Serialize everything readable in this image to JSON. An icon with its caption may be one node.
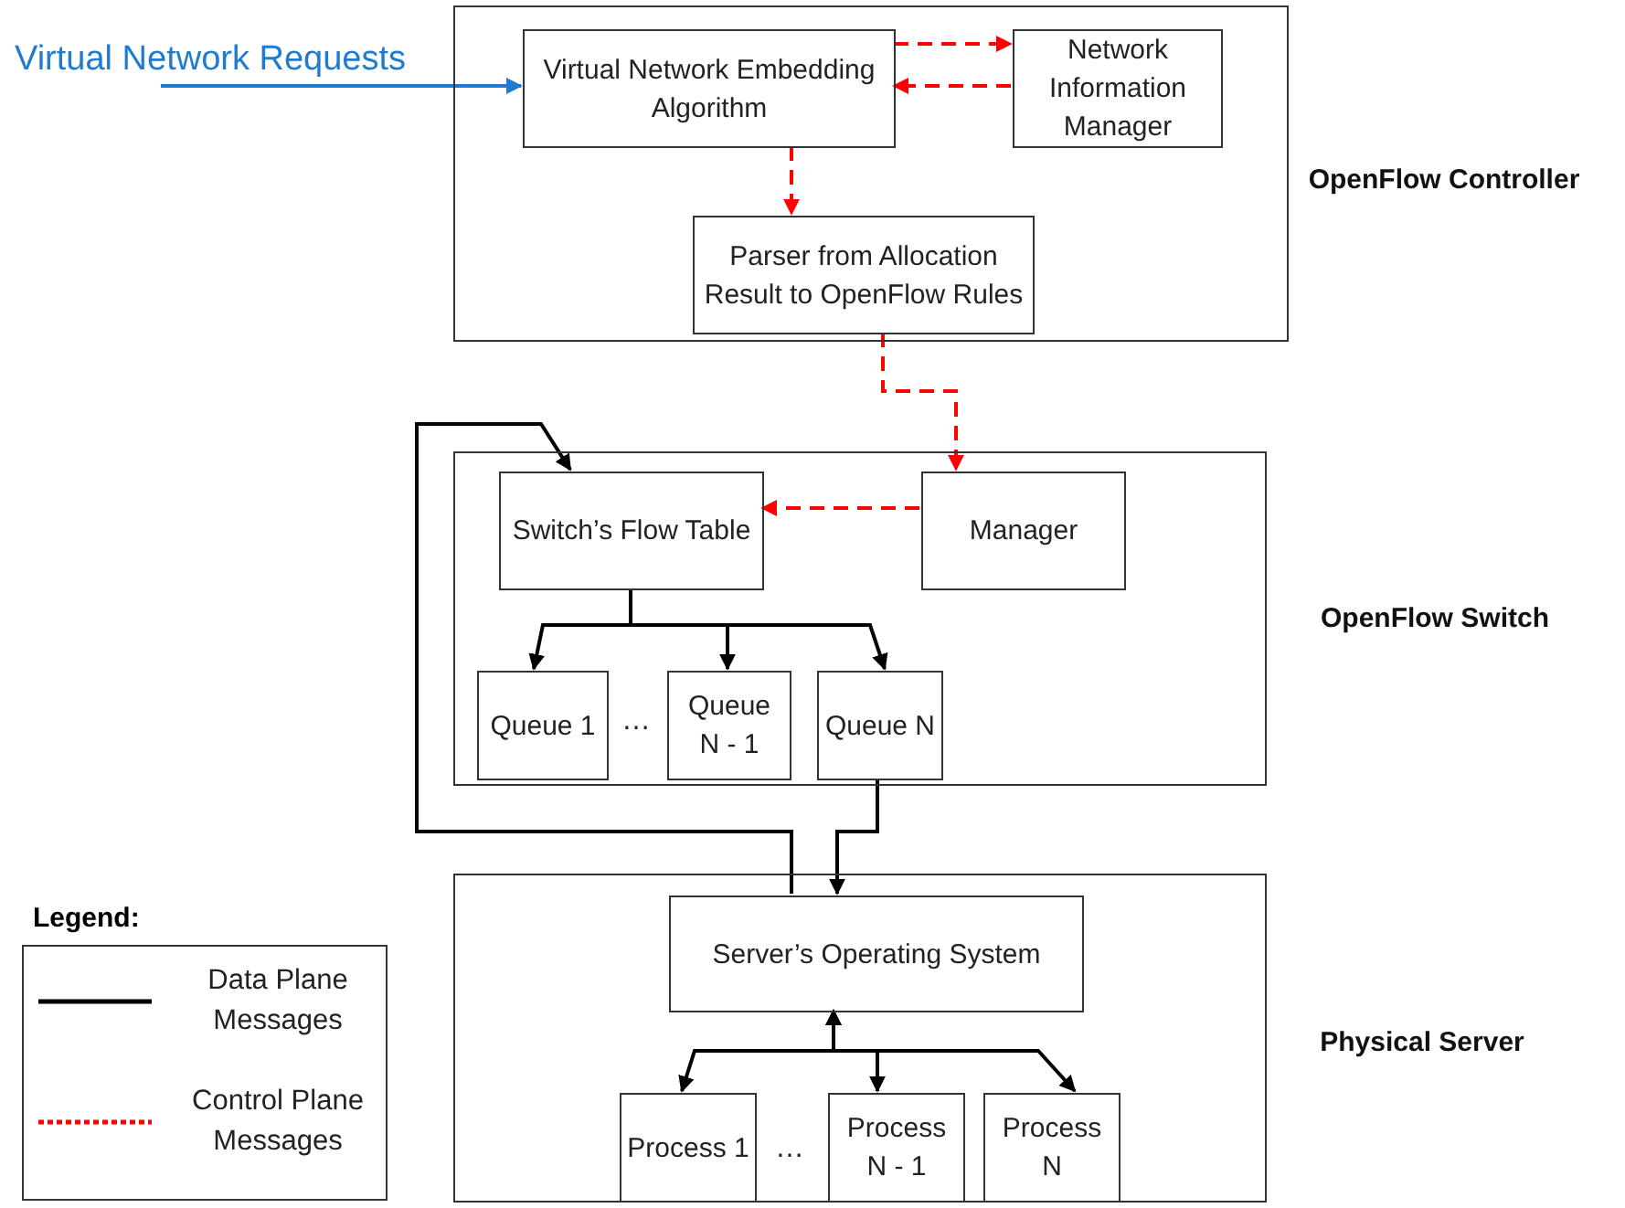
{
  "diagram": {
    "nodes": [
      {
        "text": [],
        "shape": "box",
        "beside": [
          "OpenFlow Controller"
        ]
      },
      {
        "text": [
          "Virtual Network Requests"
        ]
      },
      {
        "text": [
          "Virtual Network Embedding Algorithm"
        ],
        "in": 0
      },
      {
        "text": [
          "Network Information Manager"
        ],
        "in": 0
      },
      {
        "text": [
          "Parser from Allocation Result to OpenFlow Rules"
        ],
        "in": 0
      },
      {
        "text": [],
        "shape": "box",
        "beside": [
          "OpenFlow Switch"
        ]
      },
      {
        "text": [
          "Switch’s Flow Table"
        ],
        "in": 5
      },
      {
        "text": [
          "Manager"
        ],
        "in": 5
      },
      {
        "text": [
          "Queue 1"
        ],
        "in": 5
      },
      {
        "text": [
          "Queue N - 1"
        ],
        "in": 5
      },
      {
        "text": [
          "Queue N"
        ],
        "in": 5
      },
      {
        "text": [],
        "shape": "box",
        "beside": [
          "Physical Server"
        ]
      },
      {
        "text": [
          "Server’s Operating System"
        ],
        "in": 11
      },
      {
        "text": [
          "Process 1"
        ],
        "in": 11
      },
      {
        "text": [
          "Process N - 1"
        ],
        "in": 11
      },
      {
        "text": [
          "Process N"
        ],
        "in": 11
      }
    ],
    "edges": [
      {
        "from": 1,
        "to": 2,
        "arrow": "to",
        "color": "#1f7bd0"
      },
      {
        "from": 2,
        "to": 3,
        "arrow": "to",
        "style": "dashed",
        "color": "#ff0000"
      },
      {
        "from": 3,
        "to": 2,
        "arrow": "to",
        "style": "dashed",
        "color": "#ff0000"
      },
      {
        "from": 2,
        "to": 4,
        "arrow": "to",
        "style": "dashed",
        "color": "#ff0000"
      },
      {
        "from": 4,
        "to": 7,
        "arrow": "to",
        "style": "dashed",
        "color": "#ff0000"
      },
      {
        "from": 7,
        "to": 6,
        "arrow": "to",
        "style": "dashed",
        "color": "#ff0000"
      },
      {
        "from": 6,
        "to": 8,
        "arrow": "to"
      },
      {
        "from": 6,
        "to": 9,
        "arrow": "to"
      },
      {
        "from": 6,
        "to": 10,
        "arrow": "to"
      },
      {
        "from": 10,
        "to": 12,
        "arrow": "to"
      },
      {
        "from": 12,
        "to": 6,
        "arrow": "to"
      },
      {
        "from": 12,
        "to": 13,
        "arrow": "both"
      },
      {
        "from": 12,
        "to": 14,
        "arrow": "both"
      },
      {
        "from": 12,
        "to": 15,
        "arrow": "both"
      }
    ],
    "labels": [
      "…",
      "…",
      "Legend:"
    ],
    "legend": [
      {
        "text": "Data Plane Messages"
      },
      {
        "text": "Control Plane Messages"
      }
    ]
  }
}
